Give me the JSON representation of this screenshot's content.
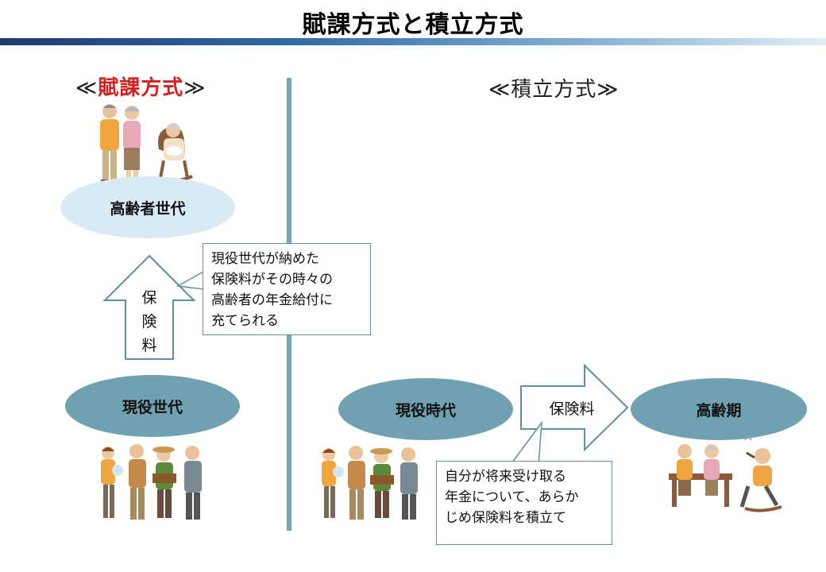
{
  "title": "賦課方式と積立方式",
  "left": {
    "heading_open": "≪",
    "heading_name": "賦課方式",
    "heading_close": "≫",
    "elderly_label": "高齢者世代",
    "arrow_label": "保\n険\n料",
    "current_label": "現役世代",
    "callout": "現役世代が納めた\n保険料がその時々の\n高齢者の年金給付に\n充てられる"
  },
  "right": {
    "heading_open": "≪",
    "heading_name": "積立方式",
    "heading_close": "≫",
    "current_label": "現役時代",
    "arrow_label": "保険料",
    "elderly_label": "高齢期",
    "callout": "自分が将来受け取る\n年金について、あらか\nじめ保険料を積立て"
  },
  "colors": {
    "ellipse_dark": "#6fa1b3",
    "ellipse_light": "#d8ebf4",
    "divider": "#76a5b6",
    "accent_red": "#d42020"
  }
}
